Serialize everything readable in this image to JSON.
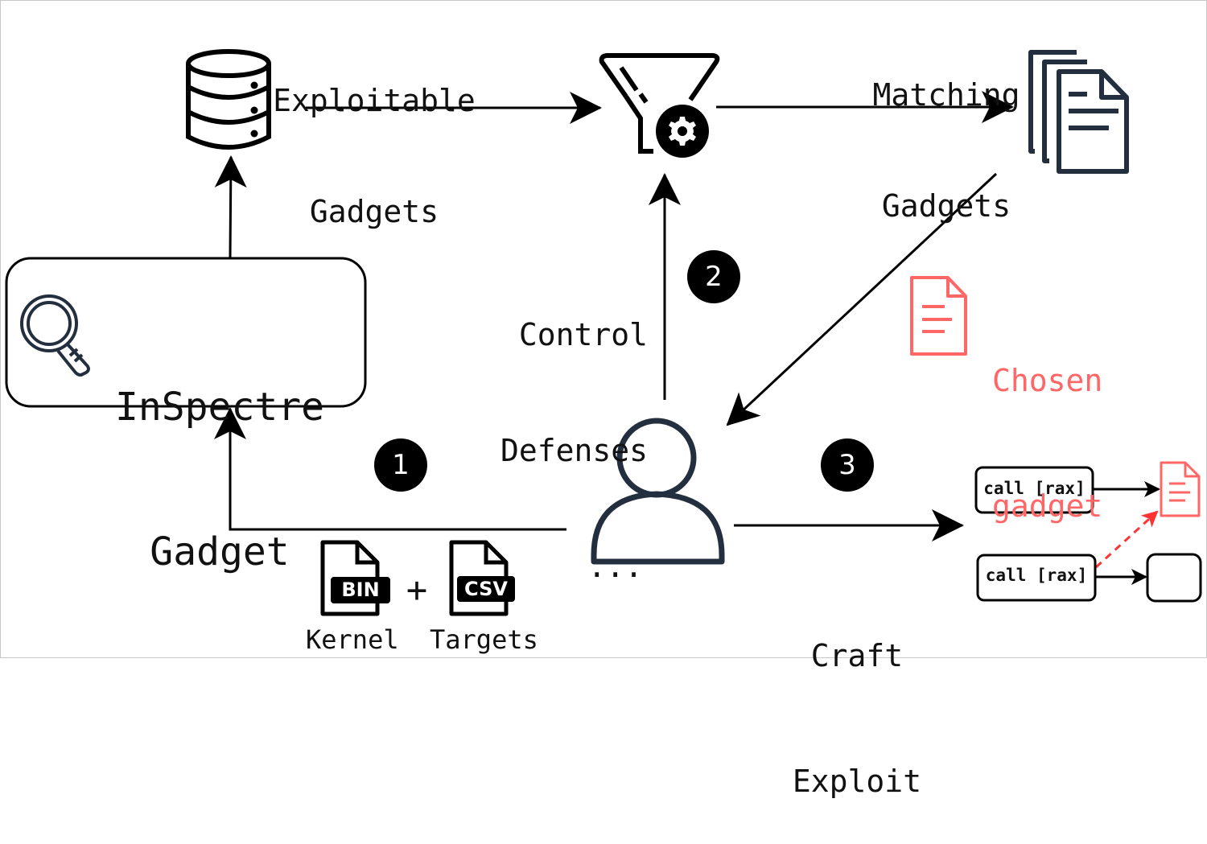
{
  "diagram": {
    "nodes": {
      "inspectre": {
        "line1": "InSpectre",
        "line2": "Gadget"
      },
      "exploitable_gadgets": {
        "line1": "Exploitable",
        "line2": "Gadgets"
      },
      "matching_gadgets": {
        "line1": "Matching",
        "line2": "Gadgets"
      },
      "chosen_gadget": {
        "line1": "Chosen",
        "line2": "gadget"
      },
      "control_defenses": {
        "line1": "Control",
        "line2": "Defenses",
        "line3": "..."
      },
      "craft_exploit": {
        "line1": "Craft",
        "line2": "Exploit"
      },
      "kernel": {
        "label": "Kernel",
        "file_tag": "BIN"
      },
      "targets": {
        "label": "Targets",
        "file_tag": "CSV"
      },
      "plus": "+",
      "call_box_1": "call [rax]",
      "call_box_2": "call [rax]"
    },
    "steps": [
      "1",
      "2",
      "3"
    ],
    "icons": {
      "database": "database-icon",
      "filter": "filter-gear-icon",
      "documents": "documents-stack-icon",
      "magnifier": "magnifying-glass-icon",
      "user": "user-icon",
      "chosen_doc": "document-icon",
      "bin_file": "bin-file-icon",
      "csv_file": "csv-file-icon"
    },
    "colors": {
      "ink": "#000000",
      "icon_dark": "#232f3e",
      "highlight": "#ff6666",
      "dashed_arrow": "#ff3333"
    }
  }
}
